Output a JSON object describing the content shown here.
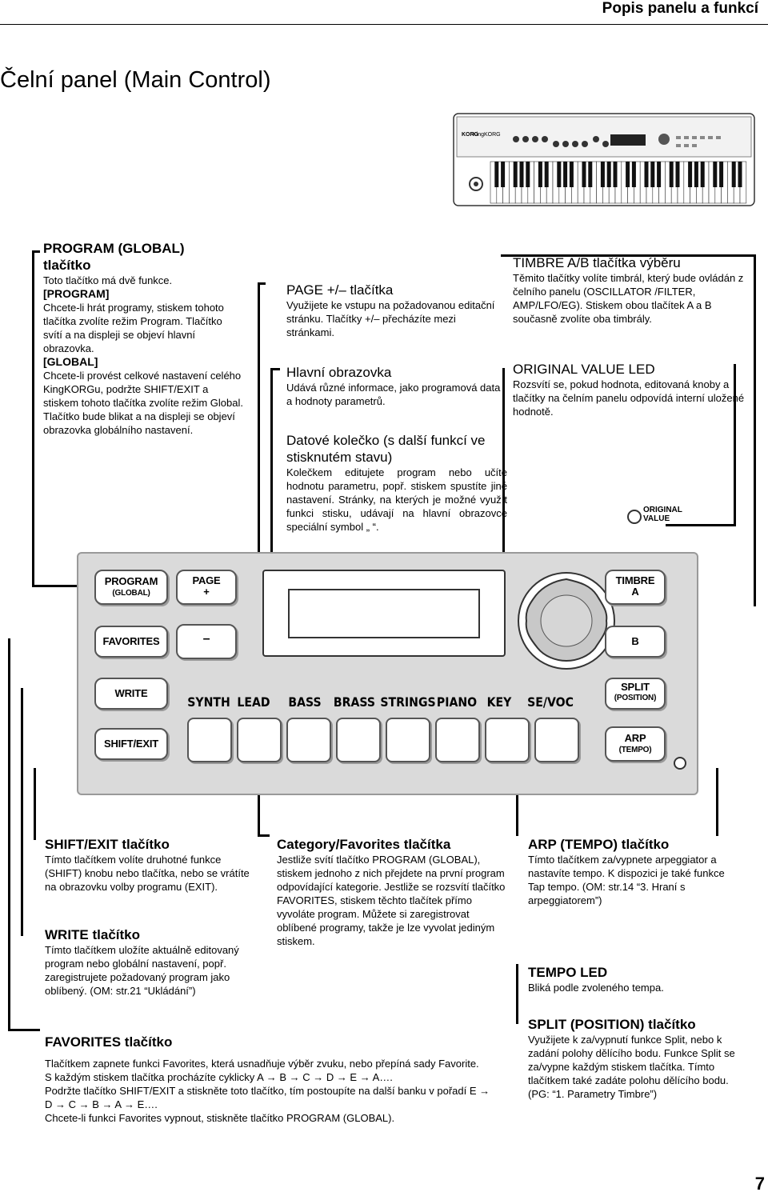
{
  "header": {
    "section": "Popis panelu a funkcí"
  },
  "page_title": "Čelní panel (Main Control)",
  "page_number": "7",
  "callouts": {
    "program": {
      "heading": "PROGRAM (GLOBAL)\ntlačítko",
      "body1": "Toto tlačítko má dvě funkce.",
      "sub1": "[PROGRAM]",
      "body2": "Chcete-li hrát programy, stiskem tohoto tlačítka zvolíte režim Program. Tlačítko svítí a na displeji se objeví hlavní obrazovka.",
      "sub2": "[GLOBAL]",
      "body3": "Chcete-li provést celkové nastavení celého KingKORGu, podržte SHIFT/EXIT a stiskem tohoto tlačítka zvolíte režim Global. Tlačítko bude blikat a na displeji se objeví obrazovka globálního nastavení."
    },
    "page": {
      "heading": "PAGE +/– tlačítka",
      "body": "Využijete ke vstupu na požadovanou editační stránku. Tlačítky +/– přecházíte mezi stránkami."
    },
    "display": {
      "heading": "Hlavní obrazovka",
      "body": "Udává různé informace, jako programová data a hodnoty parametrů."
    },
    "dial": {
      "heading": "Datové kolečko (s další funkcí ve stisknutém stavu)",
      "body": "Kolečkem editujete program nebo učíte hodnotu parametru, popř. stiskem spustíte jiné nastavení. Stránky, na kterých je možné využít funkci stisku, udávají na hlavní obrazovce speciální symbol „ “."
    },
    "timbre": {
      "heading": "TIMBRE A/B tlačítka výběru",
      "body": "Těmito tlačítky volíte timbrál, který bude ovládán z čelního panelu (OSCILLATOR /FILTER, AMP/LFO/EG). Stiskem obou tlačítek A a B současně zvolíte oba timbrály."
    },
    "original": {
      "heading": "ORIGINAL VALUE LED",
      "body": "Rozsvítí se, pokud hodnota, editovaná knoby a tlačítky na čelním panelu odpovídá interní uložené hodnotě."
    },
    "shift": {
      "heading": "SHIFT/EXIT tlačítko",
      "body": "Tímto tlačítkem volíte druhotné funkce (SHIFT) knobu nebo tlačítka, nebo se vrátíte na obrazovku volby programu (EXIT)."
    },
    "write": {
      "heading": "WRITE tlačítko",
      "body": "Tímto tlačítkem uložíte aktuálně editovaný program nebo globální nastavení, popř. zaregistrujete požadovaný program jako oblíbený. (OM: str.21 “Ukládání”)"
    },
    "favorites": {
      "heading": "FAVORITES tlačítko",
      "body": "Tlačítkem zapnete funkci Favorites, která usnadňuje výběr zvuku, nebo přepíná sady Favorite.\nS každým stiskem tlačítka procházíte cyklicky A → B → C → D → E → A….\nPodržte tlačítko SHIFT/EXIT a stiskněte toto tlačítko, tím postoupíte na další banku v pořadí E → D → C → B → A → E….\nChcete-li funkci Favorites vypnout, stiskněte tlačítko PROGRAM (GLOBAL)."
    },
    "category": {
      "heading": "Category/Favorites tlačítka",
      "body": "Jestliže svítí tlačítko PROGRAM (GLOBAL), stiskem jednoho z nich přejdete na první program odpovídající kategorie. Jestliže se rozsvítí tlačítko FAVORITES, stiskem těchto tlačítek přímo vyvoláte program. Můžete si zaregistrovat oblíbené programy, takže je lze vyvolat jediným stiskem."
    },
    "arp": {
      "heading": "ARP (TEMPO) tlačítko",
      "body": "Tímto tlačítkem za/vypnete arpeggiator a nastavíte tempo. K dispozici je také funkce Tap tempo. (OM: str.14 “3. Hraní s arpeggiatorem”)"
    },
    "tempo": {
      "heading": "TEMPO LED",
      "body": "Bliká podle zvoleného tempa."
    },
    "split": {
      "heading": "SPLIT (POSITION) tlačítko",
      "body": "Využijete k za/vypnutí funkce Split, nebo k zadání polohy dělícího bodu. Funkce Split se za/vypne každým stiskem tlačítka. Tímto tlačítkem také zadáte polohu dělícího bodu. (PG: “1. Parametry Timbre”)"
    }
  },
  "panel": {
    "program_label": "PROGRAM",
    "program_sub": "(GLOBAL)",
    "page_label": "PAGE",
    "page_plus": "+",
    "page_minus": "–",
    "favorites_label": "FAVORITES",
    "write_label": "WRITE",
    "shift_label": "SHIFT/EXIT",
    "timbre_label": "TIMBRE",
    "timbre_a": "A",
    "timbre_b": "B",
    "split_label": "SPLIT",
    "split_sub": "(POSITION)",
    "arp_label": "ARP",
    "arp_sub": "(TEMPO)",
    "original_value_label": "ORIGINAL VALUE",
    "categories": [
      "SYNTH",
      "LEAD",
      "BASS",
      "BRASS",
      "STRINGS",
      "PIANO",
      "KEY",
      "SE/VOC"
    ]
  },
  "keyboard": {
    "brand": "KORG",
    "model": "KingKORG"
  }
}
